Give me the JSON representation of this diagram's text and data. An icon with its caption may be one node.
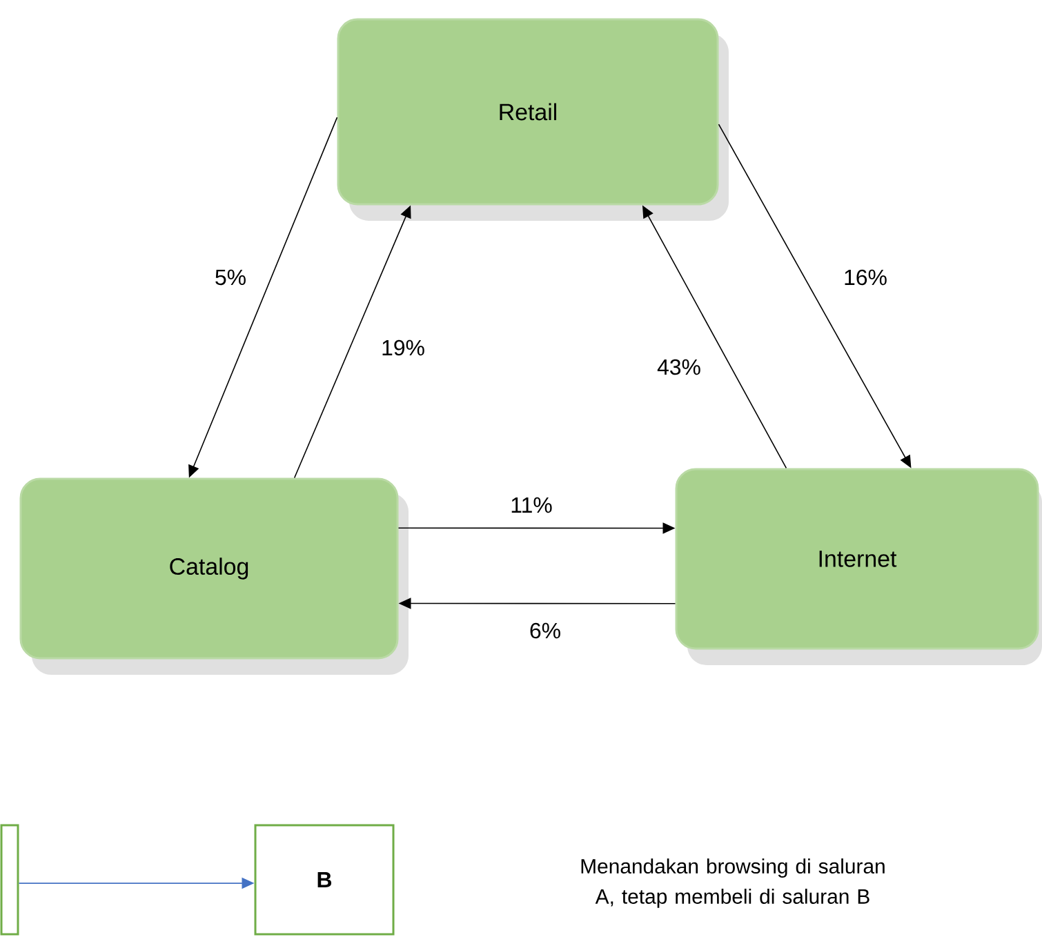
{
  "diagram": {
    "nodes": [
      {
        "text": [
          "Retail"
        ]
      },
      {
        "text": [
          "Catalog"
        ]
      },
      {
        "text": [
          "Internet"
        ]
      },
      {
        "text": [],
        "shape": "box"
      },
      {
        "text": [
          "B"
        ]
      }
    ],
    "edges": [
      {
        "from": 0,
        "to": 1,
        "arrow": "to",
        "label": "5%"
      },
      {
        "from": 1,
        "to": 0,
        "arrow": "to",
        "label": "19%"
      },
      {
        "from": 0,
        "to": 2,
        "arrow": "to",
        "label": "16%"
      },
      {
        "from": 2,
        "to": 0,
        "arrow": "to",
        "label": "43%"
      },
      {
        "from": 1,
        "to": 2,
        "arrow": "to",
        "label": "11%"
      },
      {
        "from": 2,
        "to": 1,
        "arrow": "to",
        "label": "6%"
      },
      {
        "from": 3,
        "to": 4,
        "arrow": "to",
        "color": "#4472c4"
      }
    ],
    "labels": [
      "Menandakan browsing di saluran A, tetap membeli di saluran B"
    ]
  }
}
